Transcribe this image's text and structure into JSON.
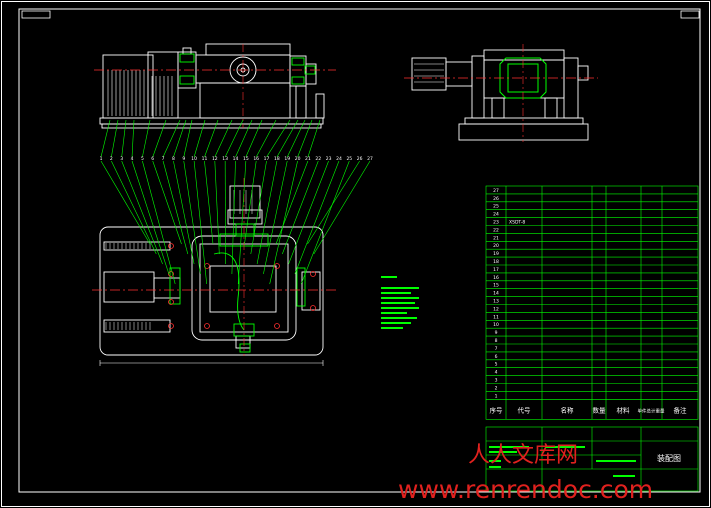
{
  "bom": {
    "headers": [
      "序号",
      "代号",
      "名称",
      "数量",
      "材料",
      "单件总计重量",
      "备注"
    ],
    "rows": [
      {
        "no": "27"
      },
      {
        "no": "26"
      },
      {
        "no": "25"
      },
      {
        "no": "24"
      },
      {
        "no": "23",
        "code": "XSDT-8"
      },
      {
        "no": "22"
      },
      {
        "no": "21"
      },
      {
        "no": "20"
      },
      {
        "no": "19"
      },
      {
        "no": "18"
      },
      {
        "no": "17"
      },
      {
        "no": "16"
      },
      {
        "no": "15"
      },
      {
        "no": "14"
      },
      {
        "no": "13"
      },
      {
        "no": "12"
      },
      {
        "no": "11"
      },
      {
        "no": "10"
      },
      {
        "no": "9"
      },
      {
        "no": "8"
      },
      {
        "no": "7"
      },
      {
        "no": "6"
      },
      {
        "no": "5"
      },
      {
        "no": "4"
      },
      {
        "no": "3"
      },
      {
        "no": "2"
      },
      {
        "no": "1"
      }
    ]
  },
  "title_block": {
    "drawing_name": "装配图"
  },
  "leaders": [
    "1",
    "2",
    "3",
    "4",
    "5",
    "6",
    "7",
    "8",
    "9",
    "10",
    "11",
    "12",
    "13",
    "14",
    "15",
    "16",
    "17",
    "18",
    "19",
    "20",
    "21",
    "22",
    "23",
    "24",
    "25",
    "26",
    "27"
  ],
  "watermark": {
    "cn": "人人文库网",
    "url": "www.renrendoc.com"
  },
  "colors": {
    "background": "#000000",
    "outline": "#ffffff",
    "table": "#00ff00",
    "centerline": "#ff3030",
    "leader": "#00ff00",
    "watermark": "#e0211e"
  }
}
